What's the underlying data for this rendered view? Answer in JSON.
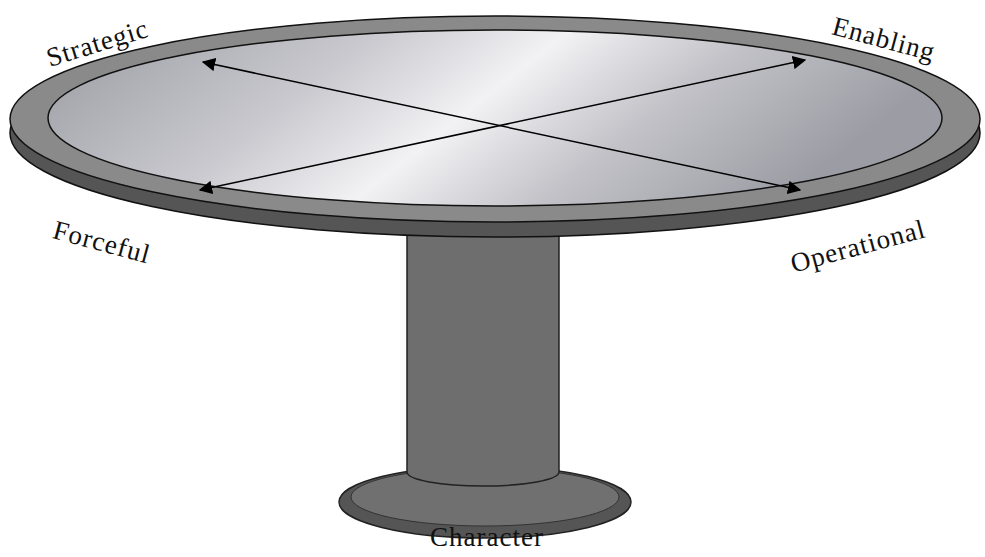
{
  "diagram": {
    "labels": [
      "Strategic",
      "Enabling",
      "Forceful",
      "Operational",
      "Character"
    ]
  }
}
